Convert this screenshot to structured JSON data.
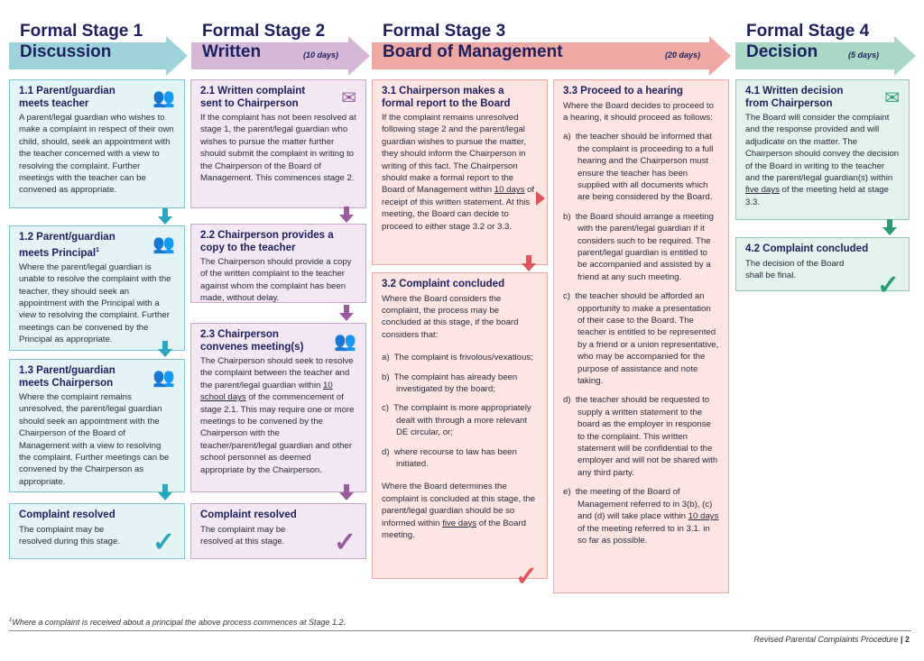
{
  "colors": {
    "navy": "#1d1f5e",
    "stage1": "#9fd3dc",
    "stage2": "#d4b8d6",
    "stage3": "#eea9a4",
    "stage4": "#a9d9c6",
    "stage1_icon": "#2aa6c0",
    "stage2_icon": "#9b5aa0",
    "stage3_icon": "#e0545c",
    "stage4_icon": "#2a9a78"
  },
  "stages": [
    {
      "title": "Formal Stage 1",
      "name": "Discussion",
      "days": ""
    },
    {
      "title": "Formal Stage 2",
      "name": "Written",
      "days": "(10 days)"
    },
    {
      "title": "Formal Stage 3",
      "name": "Board of Management",
      "days": "(20 days)"
    },
    {
      "title": "Formal Stage 4",
      "name": "Decision",
      "days": "(5 days)"
    }
  ],
  "s1": {
    "b1": {
      "title": "1.1 Parent/guardian meets teacher",
      "text": "A parent/legal guardian who wishes to make a complaint in respect of their own child, should, seek an appointment with the teacher concerned with a view to resolving the complaint. Further meetings with the teacher can be convened as appropriate."
    },
    "b2": {
      "title": "1.2 Parent/guardian meets Principal",
      "sup": "1",
      "text": "Where the parent/legal guardian is unable to resolve the complaint with the teacher, they should seek an appointment with the Principal with a view to resolving the complaint. Further meetings can be convened by the Principal as appropriate."
    },
    "b3": {
      "title": "1.3 Parent/guardian meets Chairperson",
      "text": "Where the complaint remains unresolved, the parent/legal guardian should seek an appointment with the Chairperson of the Board of Management with a view to resolving the complaint. Further meetings can be convened by the Chairperson as appropriate."
    },
    "b4": {
      "title": "Complaint resolved",
      "text": "The complaint may be resolved during this stage."
    }
  },
  "s2": {
    "b1": {
      "title": "2.1 Written complaint sent to Chairperson",
      "text": "If the complaint has not been resolved at stage 1, the parent/legal guardian who wishes to pursue the matter further should submit the complaint in writing to the Chairperson of the Board of Management. This commences stage 2."
    },
    "b2": {
      "title": "2.2 Chairperson provides a copy to the teacher",
      "text": "The Chairperson should provide a copy of the written complaint to the teacher against whom the complaint has been made, without delay."
    },
    "b3": {
      "title": "2.3 Chairperson convenes meeting(s)",
      "text_a": "The Chairperson should seek to resolve the complaint between the teacher and the parent/legal guardian within ",
      "link": "10 school days",
      "text_b": " of the commencement of stage 2.1. This may require one or more meetings to be convened by the Chairperson with the teacher/parent/legal guardian and other school personnel as deemed appropriate by the Chairperson."
    },
    "b4": {
      "title": "Complaint resolved",
      "text": "The complaint may be resolved at this stage."
    }
  },
  "s3": {
    "b1": {
      "title": "3.1 Chairperson makes a formal report to the Board",
      "text_a": "If the complaint remains unresolved following stage 2 and the parent/legal guardian wishes to pursue the matter, they should inform the Chairperson in writing of this fact. The Chairperson should make a formal report to the Board of Management within ",
      "link": "10 days",
      "text_b": " of receipt of this written statement. At this meeting, the Board can decide to proceed to either stage 3.2 or 3.3."
    },
    "b2": {
      "title": "3.2 Complaint concluded",
      "intro": "Where the Board considers the complaint, the process may be concluded at this stage, if the board considers that:",
      "items": [
        "a)  The complaint is frivolous/vexatious;",
        "b)  The complaint has already been investigated by the board;",
        "c)  The complaint is more appropriately dealt with through a more relevant DE circular, or;",
        "d)  where recourse to law has been initiated."
      ],
      "outro_a": "Where the Board determines the complaint is concluded at this stage, the parent/legal guardian should be so informed within ",
      "link": "five days",
      "outro_b": " of the Board meeting."
    },
    "b3": {
      "title": "3.3 Proceed to a hearing",
      "intro": "Where the Board decides to proceed to a hearing, it should proceed as follows:",
      "items": [
        "a)  the teacher should be informed that the complaint is proceeding to a full hearing and the Chairperson must ensure the teacher has been supplied with all documents which are being considered by the Board.",
        "b)  the Board should arrange a meeting with the parent/legal guardian if it considers such to be required. The parent/legal guardian is entitled to be accompanied and assisted by a friend at any such meeting.",
        "c)  the teacher should be afforded an opportunity to make a presentation of their case to the Board. The teacher is entitled to be represented by a friend or a union representative, who may be accompanied for the purpose of assistance and note taking.",
        "d)  the teacher should be requested to supply a written statement to the board as the employer in response to the complaint. This written statement will be confidential to the employer and will not be shared with any third party."
      ],
      "last_a": "e)  the meeting of the Board of Management referred to in 3(b), (c) and (d) will take place within ",
      "link": "10 days",
      "last_b": " of the meeting referred to in 3.1. in so far as possible."
    }
  },
  "s4": {
    "b1": {
      "title": "4.1 Written decision from Chairperson",
      "text_a": "The Board will consider the complaint and the response provided and will adjudicate on the matter. The Chairperson should convey the decision of the Board in writing to the teacher and the parent/legal guardian(s) within ",
      "link": "five days",
      "text_b": " of the meeting held at stage 3.3."
    },
    "b2": {
      "title": "4.2 Complaint concluded",
      "text": "The decision of the Board shall be final."
    }
  },
  "footer": {
    "sup": "1",
    "note": "Where a complaint is received about a principal the above process commences at Stage 1.2.",
    "doc": "Revised Parental Complaints Procedure",
    "page": "2"
  }
}
